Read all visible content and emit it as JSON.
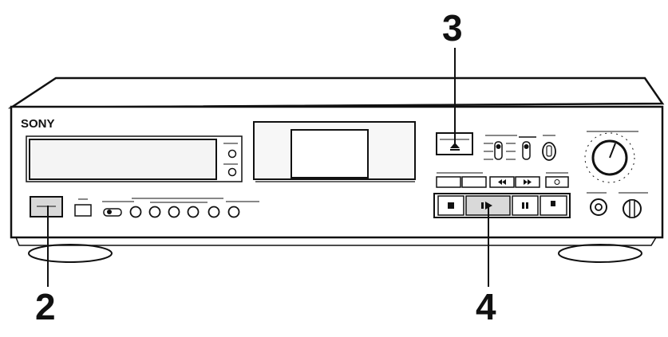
{
  "brand": {
    "name": "SONY"
  },
  "callouts": [
    {
      "id": "callout-2",
      "label": "2"
    },
    {
      "id": "callout-3",
      "label": "3"
    },
    {
      "id": "callout-4",
      "label": "4"
    }
  ],
  "colors": {
    "stroke": "#111111",
    "button_fill": "#d9d9d9",
    "dark_fill": "#555555",
    "display_fill": "#f4f4f4",
    "deck_fill": "#ffffff"
  },
  "icons": {
    "eject": "eject-icon",
    "stop": "stop-icon",
    "play": "play-icon",
    "pause": "pause-icon",
    "record": "record-icon",
    "rewind": "rewind-icon",
    "fast_forward": "fast-forward-icon"
  }
}
